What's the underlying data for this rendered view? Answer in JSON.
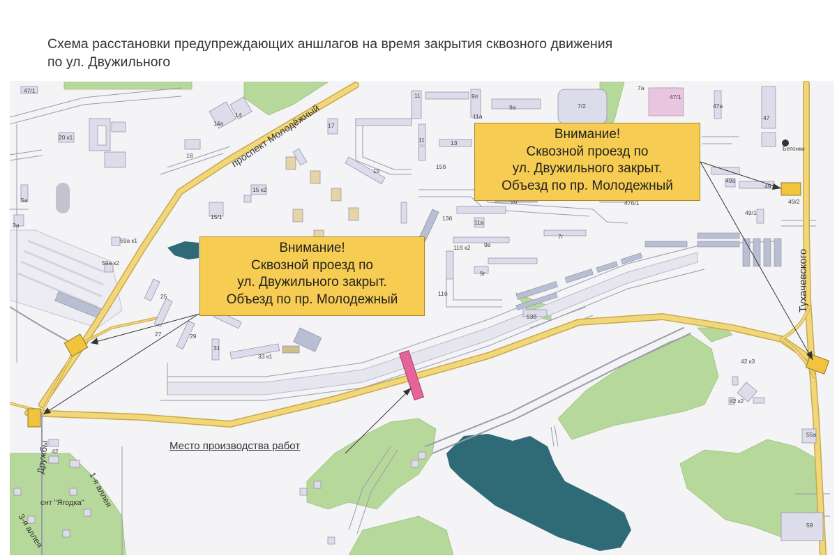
{
  "title": {
    "line1": "Схема расстановки предупреждающих аншлагов на время закрытия сквозного движения",
    "line2": "по ул. Двужильного"
  },
  "notices": {
    "left": {
      "line1": "Внимание!",
      "line2": "Сквозной проезд по",
      "line3": "ул. Двужильного закрыт.",
      "line4": "Объезд по пр. Молодежный"
    },
    "right": {
      "line1": "Внимание!",
      "line2": "Сквозной проезд по",
      "line3": "ул. Двужильного закрыт.",
      "line4": "Объезд по пр. Молодежный"
    }
  },
  "work_site_label": "Место производства работ",
  "streets": {
    "molodezhny": "проспект Молодёжный",
    "tukhachevskogo": "Тухачевского",
    "druzhby": "Дружбы",
    "alley_1": "1-я аллея",
    "alley_3": "3-я аллея",
    "snt": "снт \"Ягодка\""
  },
  "buildings": {
    "b47_1": "47/1",
    "b14": "14",
    "b14a": "14а",
    "b17": "17",
    "b11": "11",
    "b9g": "9/г",
    "b11a": "11а",
    "b9a": "9а",
    "b7_2": "7/2",
    "b7a": "7а",
    "b47_1k1": "47/1",
    "b47a": "47а",
    "b47": "47",
    "b20k1": "20 к1",
    "b18": "18",
    "b13": "13",
    "b15": "15",
    "b15b": "15б",
    "b15k2": "15 к2",
    "b11b": "11",
    "b49a": "49а",
    "b49": "49",
    "b49_2": "49/2",
    "b5a": "5а",
    "b3a": "3а",
    "b15_1": "15/1",
    "b13b": "13б",
    "b11v": "11в",
    "b9b": "9б",
    "b47b1": "47б/1",
    "b49_1": "49/1",
    "b59ak1": "59а к1",
    "b59ak2": "59а к2",
    "b11bk2": "11б к2",
    "b9v": "9в",
    "b7g": "7г",
    "b9g2": "9г",
    "b11b2": "11б",
    "b25": "25",
    "b27": "27",
    "b29": "29",
    "b31": "31",
    "b33k1": "33 к1",
    "b53b": "53б",
    "b42k3": "42 к3",
    "b42k2": "42 к2",
    "b55a": "55а",
    "b59": "59",
    "b42": "42",
    "bus_stop": "Бетонки"
  },
  "colors": {
    "road": "#f1d77a",
    "road_edge": "#c9a84a",
    "greenery": "#b7d89b",
    "water": "#2f6b76",
    "building": "#dcdcea",
    "building_edge": "#8a8aa0",
    "notice": "#f7cc52",
    "work_site": "#e5659a",
    "sign_marker": "#f2c33d"
  }
}
